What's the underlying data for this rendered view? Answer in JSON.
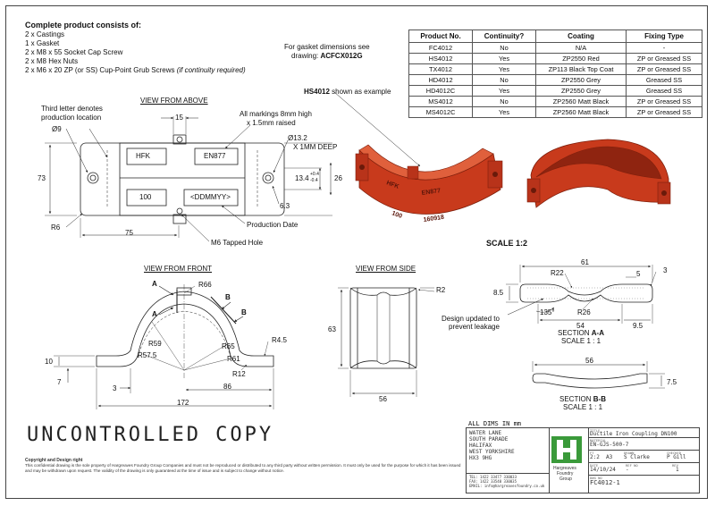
{
  "notes": {
    "title": "Complete product consists of:",
    "lines": [
      "2 x Castings",
      "1 x Gasket",
      "2 x M8 x 55 Socket Cap Screw",
      "2 x M8 Hex Nuts"
    ],
    "line_last": "2 x M6 x 20 ZP (or SS) Cup-Point Grub Screws",
    "line_last_italic": "(if continuity required)"
  },
  "gasket_note": {
    "line1": "For gasket dimensions see",
    "line2_prefix": "drawing: ",
    "line2_bold": "ACFCX012G"
  },
  "table": {
    "headers": [
      "Product No.",
      "Continuity?",
      "Coating",
      "Fixing Type"
    ],
    "rows": [
      [
        "FC4012",
        "No",
        "N/A",
        "-"
      ],
      [
        "HS4012",
        "Yes",
        "ZP2550 Red",
        "ZP or Greased SS"
      ],
      [
        "TX4012",
        "Yes",
        "ZP113 Black Top Coat",
        "ZP or Greased SS"
      ],
      [
        "HD4012",
        "No",
        "ZP2550 Grey",
        "Greased SS"
      ],
      [
        "HD4012C",
        "Yes",
        "ZP2550 Grey",
        "Greased SS"
      ],
      [
        "MS4012",
        "No",
        "ZP2560 Matt Black",
        "ZP or Greased SS"
      ],
      [
        "MS4012C",
        "Yes",
        "ZP2560 Matt Black",
        "ZP or Greased SS"
      ]
    ]
  },
  "example_note": {
    "bold": "HS4012",
    "rest": " shown as example"
  },
  "scale_label": "SCALE 1:2",
  "views": {
    "above": "VIEW FROM ABOVE",
    "front": "VIEW FROM FRONT",
    "side": "VIEW FROM SIDE"
  },
  "above": {
    "third_letter_1": "Third letter denotes",
    "third_letter_2": "production location",
    "markings_1": "All markings 8mm high",
    "markings_2": "x 1.5mm raised",
    "mark_hfk": "HFK",
    "mark_en877": "EN877",
    "mark_100": "100",
    "mark_date": "<DDMMYY>",
    "dim_9": "Ø9",
    "dim_15": "15",
    "dim_132": "Ø13.2",
    "dim_deep": "X 1MM DEEP",
    "dim_134": "13.4",
    "dim_tol1": "+0.4",
    "dim_tol2": "-0.4",
    "dim_26": "26",
    "dim_63": "6.3",
    "dim_73": "73",
    "dim_75": "75",
    "dim_r6": "R6",
    "production_date": "Production Date",
    "tapped_hole": "M6 Tapped Hole"
  },
  "render": {
    "mark_hfk": "HFK",
    "mark_en877": "EN877",
    "mark_100": "100",
    "mark_date": "160918"
  },
  "front": {
    "sec_a1": "A",
    "sec_a2": "A",
    "sec_b1": "B",
    "sec_b2": "B",
    "r66": "R66",
    "r59": "R59",
    "r575": "R57.5",
    "r65": "R65",
    "r61": "R61",
    "r45": "R4.5",
    "r12": "R12",
    "d10": "10",
    "d7": "7",
    "d3": "3",
    "d86": "86",
    "d172": "172"
  },
  "side": {
    "r2": "R2",
    "d63": "63",
    "d56": "56"
  },
  "section_aa": {
    "d61": "61",
    "r22": "R22",
    "d5": "5",
    "d3": "3",
    "d85": "8.5",
    "d135": "135°",
    "r26": "R26",
    "d54": "54",
    "d95": "9.5",
    "design_1": "Design updated to",
    "design_2": "prevent leakage",
    "label_prefix": "SECTION ",
    "label_bold": "A-A",
    "scale": "SCALE 1 : 1"
  },
  "section_bb": {
    "d56": "56",
    "d75": "7.5",
    "label_prefix": "SECTION ",
    "label_bold": "B-B",
    "scale": "SCALE 1 : 1"
  },
  "uncontrolled": "UNCONTROLLED COPY",
  "legal": {
    "heading": "Copyright and Design right",
    "body": "This confidential drawing is the sole property of Hargreaves Foundry Group Companies and must not be reproduced or distributed to any third party without written permission. It must only be used for the purpose for which it has been issued and may be withdrawn upon request. The validity of the drawing is only guaranteed at the time of issue and is subject to change without notice."
  },
  "title_block": {
    "all_dims": "ALL DIMS IN  mm",
    "address": [
      "WATER LANE",
      "SOUTH PARADE",
      "HALIFAX",
      "WEST YORKSHIRE",
      "HX3 9HG"
    ],
    "tel": "TEL: 1422 33477 330033",
    "fax": "FAX: 1422 33540 330035",
    "email": "EMAIL: info@hargreavesfoundry.co.uk",
    "logo_name_1": "Hargreaves",
    "logo_name_2": "Foundry",
    "logo_name_3": "Group",
    "title_lbl": "TITLE",
    "title": "Ductile Iron Coupling DN100",
    "material_lbl": "MATERIAL",
    "material": "EN-GJS-500-7",
    "ft_lbl": "FT",
    "ft": "2:2",
    "size": "A3",
    "drawn_lbl": "DRAWN",
    "drawn": "S Clarke",
    "checked_lbl": "CHECKED",
    "checked": "P Gill",
    "date_lbl": "DATE",
    "date": "14/10/24",
    "ref_lbl": "REF NO",
    "ref": "-",
    "rev_lbl": "REV",
    "rev": "1",
    "dwg_lbl": "DWG NO",
    "dwg": "FC4012-1"
  },
  "colors": {
    "casting": "#c83a1c",
    "casting_dark": "#8f2410",
    "casting_light": "#e0603c",
    "logo_green": "#3a9a3a"
  }
}
